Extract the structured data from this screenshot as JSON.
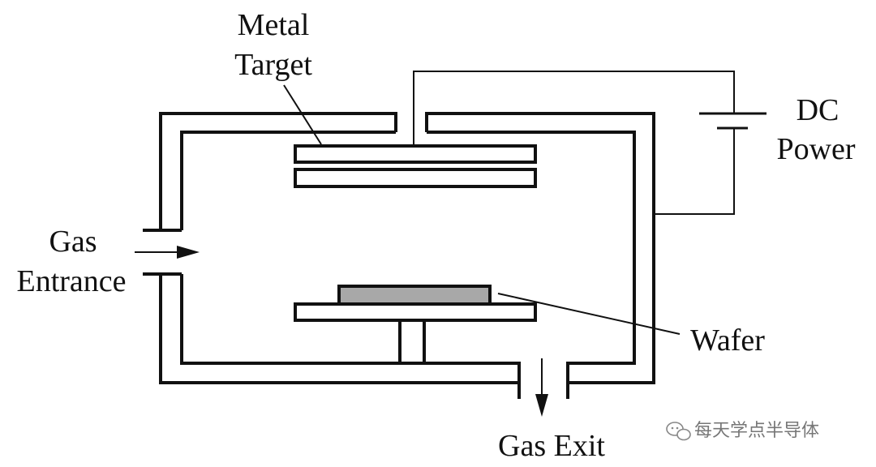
{
  "labels": {
    "metal_target_line1": "Metal",
    "metal_target_line2": "Target",
    "dc_power_line1": "DC",
    "dc_power_line2": "Power",
    "gas_entrance_line1": "Gas",
    "gas_entrance_line2": "Entrance",
    "wafer": "Wafer",
    "gas_exit": "Gas Exit"
  },
  "watermark": {
    "text": "每天学点半导体",
    "icon": "wechat-icon"
  },
  "colors": {
    "line": "#111111",
    "wafer_fill": "#a8a8a8",
    "background": "#ffffff",
    "watermark": "#777777"
  }
}
